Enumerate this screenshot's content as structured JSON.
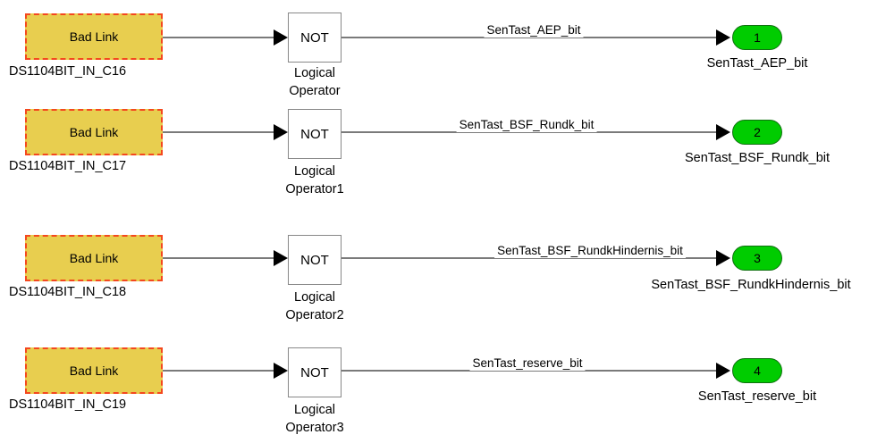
{
  "diagram": {
    "title": "Simulink block diagram",
    "colors": {
      "badlink_fill": "#E8CE4F",
      "badlink_border": "#F4481E",
      "outport_fill": "#00CC00",
      "outport_border": "#107010",
      "wire": "#7a7a7a",
      "block_border": "#888888",
      "background": "#ffffff"
    },
    "rows": [
      {
        "source_block_text": "Bad Link",
        "source_block_label": "DS1104BIT_IN_C16",
        "operator_block_text": "NOT",
        "operator_label_line1": "Logical",
        "operator_label_line2": "Operator",
        "signal_label": "SenTast_AEP_bit",
        "outport_number": "1",
        "outport_label": "SenTast_AEP_bit"
      },
      {
        "source_block_text": "Bad Link",
        "source_block_label": "DS1104BIT_IN_C17",
        "operator_block_text": "NOT",
        "operator_label_line1": "Logical",
        "operator_label_line2": "Operator1",
        "signal_label": "SenTast_BSF_Rundk_bit",
        "outport_number": "2",
        "outport_label": "SenTast_BSF_Rundk_bit"
      },
      {
        "source_block_text": "Bad Link",
        "source_block_label": "DS1104BIT_IN_C18",
        "operator_block_text": "NOT",
        "operator_label_line1": "Logical",
        "operator_label_line2": "Operator2",
        "signal_label": "SenTast_BSF_RundkHindernis_bit",
        "outport_number": "3",
        "outport_label": "SenTast_BSF_RundkHindernis_bit"
      },
      {
        "source_block_text": "Bad Link",
        "source_block_label": "DS1104BIT_IN_C19",
        "operator_block_text": "NOT",
        "operator_label_line1": "Logical",
        "operator_label_line2": "Operator3",
        "signal_label": "SenTast_reserve_bit",
        "outport_number": "4",
        "outport_label": "SenTast_reserve_bit"
      }
    ]
  }
}
